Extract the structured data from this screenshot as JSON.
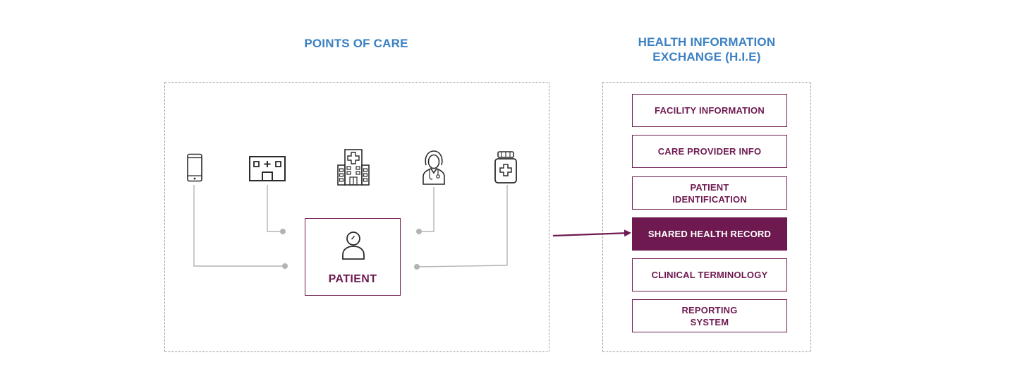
{
  "points_of_care": {
    "title": "POINTS OF CARE",
    "icons": [
      "mobile-phone-icon",
      "clinic-icon",
      "hospital-icon",
      "doctor-icon",
      "pharmacy-icon"
    ],
    "patient_label": "PATIENT"
  },
  "hie": {
    "title_lines": [
      "HEALTH INFORMATION",
      "EXCHANGE (H.I.E)"
    ],
    "items": [
      {
        "lines": [
          "FACILITY INFORMATION"
        ]
      },
      {
        "lines": [
          "CARE PROVIDER INFO"
        ]
      },
      {
        "lines": [
          "PATIENT",
          "IDENTIFICATION"
        ]
      },
      {
        "lines": [
          "SHARED HEALTH RECORD"
        ],
        "highlighted": true
      },
      {
        "lines": [
          "CLINICAL TERMINOLOGY"
        ]
      },
      {
        "lines": [
          "REPORTING",
          "SYSTEM"
        ]
      }
    ]
  },
  "colors": {
    "heading": "#3a80c3",
    "accent": "#6e1a50",
    "connector": "#b3b3b3",
    "icon_stroke": "#2b2b2b"
  }
}
